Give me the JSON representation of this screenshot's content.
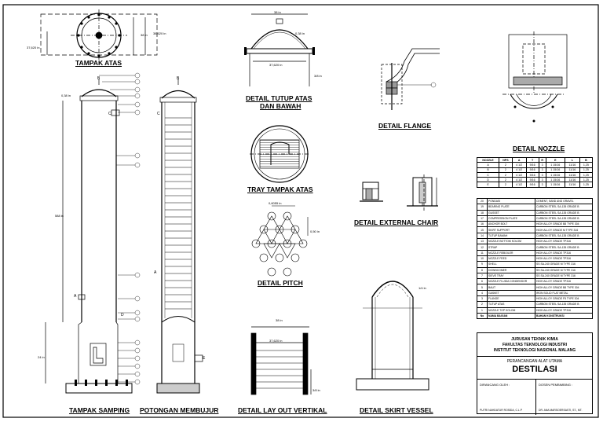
{
  "labels": {
    "tampak_atas": "TAMPAK ATAS",
    "tampak_samping": "TAMPAK SAMPING",
    "potongan": "POTONGAN MEMBUJUR",
    "tutup_atas_1": "DETAIL TUTUP ATAS",
    "tutup_atas_2": "DAN BAWAH",
    "flange": "DETAIL FLANGE",
    "nozzle": "DETAIL NOZZLE",
    "tray": "TRAY TAMPAK ATAS",
    "chair": "DETAIL EXTERNAL CHAIR",
    "pitch": "DETAIL PITCH",
    "layout": "DETAIL LAY OUT VERTIKAL",
    "skirt": "DETAIL SKIRT VESSEL"
  },
  "dimensions": {
    "d1": "37,620 in",
    "d2": "38,620 in",
    "d3": "38 in",
    "d4": "0,38 in",
    "d5": "588 in",
    "d6": "24 in",
    "d7": "38 in",
    "d8": "37,620 in",
    "d9": "0,38 in",
    "d10": "3/8 in",
    "d11": "0,6055 in",
    "d12": "0,50 in",
    "d13": "38 in",
    "d14": "37,620 in",
    "d15": "3/8 in",
    "d16": "1/4 in"
  },
  "nozzle_table": {
    "headers": [
      "NOZZLE",
      "NPS",
      "A",
      "T",
      "R",
      "E",
      "L",
      "B"
    ],
    "rows": [
      [
        "A",
        "2",
        "4 1/2",
        "9/16",
        "3",
        "1 15/16",
        "11/16",
        "1,25"
      ],
      [
        "B",
        "2",
        "4 1/2",
        "9/16",
        "3",
        "1 15/16",
        "11/16",
        "1,25"
      ],
      [
        "C",
        "2",
        "4 1/2",
        "9/16",
        "3",
        "1 15/16",
        "11/16",
        "1,25"
      ],
      [
        "D",
        "2",
        "4 1/2",
        "9/16",
        "3",
        "1 15/16",
        "11/16",
        "1,25"
      ],
      [
        "E",
        "2",
        "4 1/2",
        "9/16",
        "3",
        "1 15/16",
        "11/16",
        "1,25"
      ]
    ]
  },
  "parts": [
    [
      "20",
      "PONDASI",
      "CEMENT, SAND AND GRAVEL"
    ],
    [
      "19",
      "BEARING PLATE",
      "CARBON STEEL SA-135 GRADE B"
    ],
    [
      "18",
      "GUSSET",
      "CARBON STEEL SA-135 GRADE B"
    ],
    [
      "17",
      "COMPRESSION PLATE",
      "CARBON STEEL SA-135 GRADE B"
    ],
    [
      "16",
      "ANCHOR BOLT",
      "HIGH ALLOY GRADE B8 TYPE 304"
    ],
    [
      "15",
      "SKIRT SUPPORT",
      "HIGH ALLOY GRADE M TYPE 316"
    ],
    [
      "14",
      "TUTUP BAWAH",
      "CARBON STEEL SA-135 GRADE B"
    ],
    [
      "13",
      "NOZZLE BOTTOM KOLOM",
      "HIGH ALLOY GRADE TP316"
    ],
    [
      "12",
      "STRAP",
      "CARBON STEEL SA-135 GRADE B"
    ],
    [
      "11",
      "NOZZLE REBOILER",
      "HIGH ALLOY GRADE TP316"
    ],
    [
      "10",
      "NOZZLE FEED",
      "HIGH ALLOY GRADE TP316"
    ],
    [
      "9",
      "SHELL",
      "SS SA-240 GRADE M TYPE 316"
    ],
    [
      "8",
      "DOWNCOMER",
      "SS SA-240 GRADE M TYPE 316"
    ],
    [
      "7",
      "SIEVE TRAY",
      "SS SA-240 GRADE M TYPE 316"
    ],
    [
      "6",
      "NOZZLE FLUIDA CONDENSOR",
      "HIGH ALLOY GRADE TP316"
    ],
    [
      "5",
      "BAUT",
      "HIGH ALLOY GRADE B8 TYPE 304"
    ],
    [
      "4",
      "GASKET",
      "IRON SOLID FLAT METAL"
    ],
    [
      "3",
      "FLANGE",
      "HIGH ALLOY GRADE F5 TYPE 304"
    ],
    [
      "2",
      "TUTUP ATAS",
      "CARBON STEEL SA-135 GRADE B"
    ],
    [
      "1",
      "NOZZLE TOP KOLOM",
      "HIGH ALLOY GRADE TP316"
    ],
    [
      "No",
      "NAMA BAGIAN",
      "BAHAN KONSTRUKSI"
    ]
  ],
  "title_block": {
    "line1": "JURUSAN TEKNIK KIMIA",
    "line2": "FAKULTAS TEKNOLOGI INDUSTRI",
    "line3": "INSTITUT TEKNOLOGI NASIONAL MALANG",
    "subtitle": "PERANCANGAN ALAT UTAMA",
    "title": "DESTILASI",
    "drawn_label": "DIRANCANG OLEH :",
    "advisor_label": "DOSEN PEMBIMBING :",
    "drawn_name": "PUTRI NAHDATUR ROSIDA, C.L.P",
    "advisor_name": "DR. ANA MARSOERSASTI, ST., MT."
  }
}
